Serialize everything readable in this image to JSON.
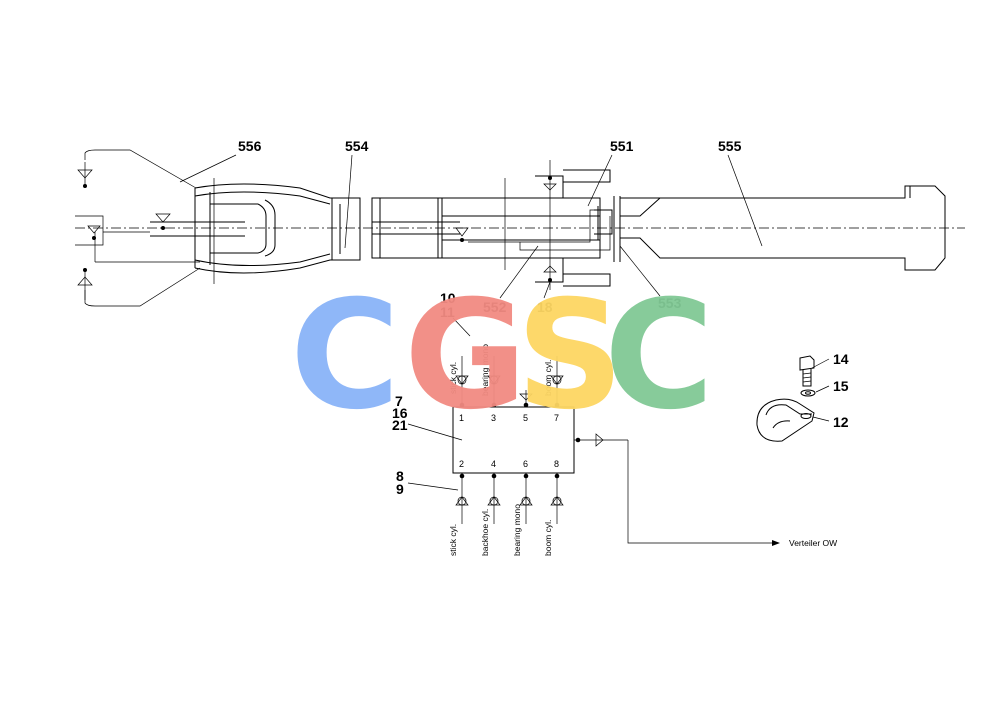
{
  "callouts": {
    "c556": "556",
    "c554": "554",
    "c551": "551",
    "c555": "555",
    "c552": "552",
    "c18": "18",
    "c553": "553",
    "c10": "10",
    "c11": "11",
    "c7": "7",
    "c16": "16",
    "c21": "21",
    "c8": "8",
    "c9": "9",
    "c14": "14",
    "c15": "15",
    "c12": "12"
  },
  "distributor": {
    "top_ports": [
      "1",
      "3",
      "5",
      "7"
    ],
    "bottom_ports": [
      "2",
      "4",
      "6",
      "8"
    ]
  },
  "hoses": {
    "top": [
      "stick cyl.",
      "bearing mono",
      "boom cyl."
    ],
    "bottom": [
      "stick cyl.",
      "backhoe cyl.",
      "bearing mono",
      "boom cyl."
    ]
  },
  "destination": "Verteiler OW",
  "watermark": {
    "letters": [
      "C",
      "G",
      "S",
      "C"
    ],
    "colors": [
      "#8ab4f8",
      "#f28b82",
      "#fdd663",
      "#81c995"
    ]
  }
}
